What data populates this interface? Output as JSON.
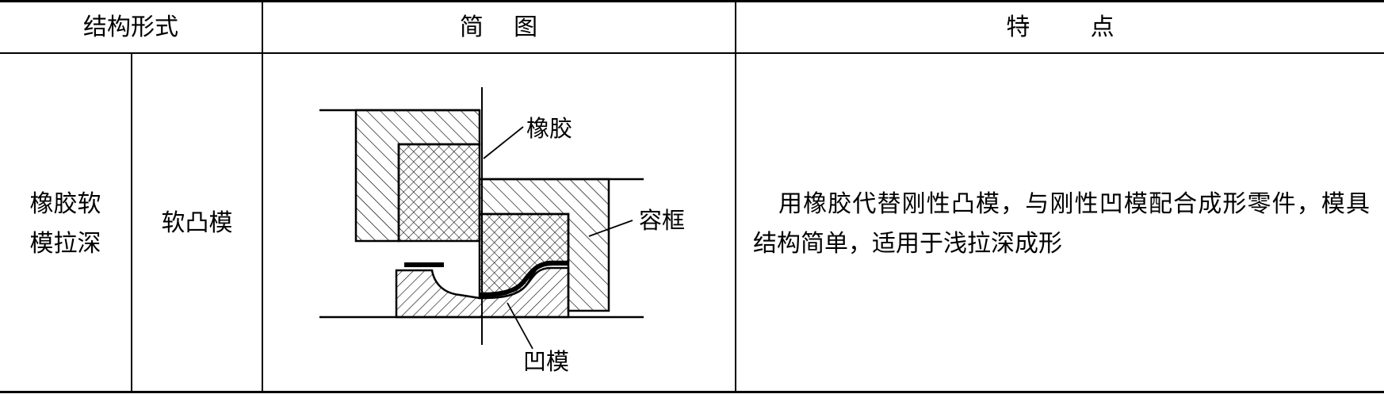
{
  "table": {
    "headers": {
      "structure_form": "结构形式",
      "sketch": "简    图",
      "features": "特        点"
    },
    "row": {
      "category_line1": "橡胶软",
      "category_line2": "模拉深",
      "subtype": "软凸模",
      "features_text": "用橡胶代替刚性凸模，与刚性凹模配合成形零件，模具结构简单，适用于浅拉深成形"
    }
  },
  "figure": {
    "labels": {
      "rubber": "橡胶",
      "container": "容框",
      "die": "凹模"
    }
  }
}
